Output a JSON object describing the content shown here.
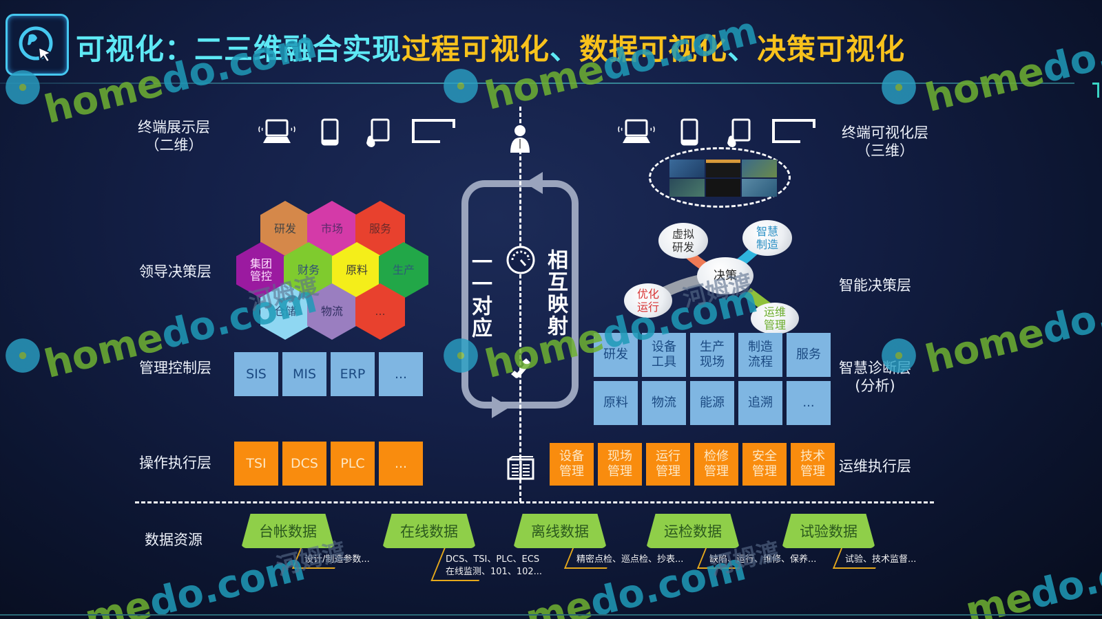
{
  "header": {
    "title_part1": "可视化：二三维融合实现",
    "title_part2": "过程可视化",
    "title_sep1": "、",
    "title_part3": "数据可视化",
    "title_sep2": "、",
    "title_part4": "决策可视化",
    "logo_icon": "globe-cursor-icon"
  },
  "colors": {
    "title_cyan": "#5ee9f5",
    "title_yellow": "#f8c21c",
    "tile_blue": "#7fb6e2",
    "tile_orange": "#f98c0e",
    "data_green": "#8fcf49",
    "bracket_gold": "#e6a91c"
  },
  "left": {
    "terminal_layer": {
      "line1": "终端展示层",
      "line2": "（二维）"
    },
    "terminal_devices": [
      "laptop-icon",
      "phone-icon",
      "tablet-touch-icon",
      "monitor-icon"
    ],
    "leader_layer": "领导决策层",
    "hexagons": [
      {
        "label": "研发",
        "color": "#d5884a",
        "text": "#444"
      },
      {
        "label": "市场",
        "color": "#d43aa8",
        "text": "#5a2b6a"
      },
      {
        "label": "服务",
        "color": "#e8412e",
        "text": "#6a2a2a"
      },
      {
        "label": "集团\n管控",
        "color": "#9b1aa0",
        "text": "#ffe1ff"
      },
      {
        "label": "财务",
        "color": "#7fcb2e",
        "text": "#2f4d78"
      },
      {
        "label": "原料",
        "color": "#f4ee1a",
        "text": "#3a3a3a"
      },
      {
        "label": "生产",
        "color": "#22a748",
        "text": "#2d5a78"
      },
      {
        "label": "仓储",
        "color": "#8fd7f2",
        "text": "#2d4f78"
      },
      {
        "label": "物流",
        "color": "#9a7ec0",
        "text": "#2f2d60"
      },
      {
        "label": "...",
        "color": "#e8412e",
        "text": "#6a2a2a"
      }
    ],
    "management_layer": "管理控制层",
    "management_tiles": [
      "SIS",
      "MIS",
      "ERP",
      "..."
    ],
    "operation_layer": "操作执行层",
    "operation_tiles": [
      "TSI",
      "DCS",
      "PLC",
      "..."
    ]
  },
  "center": {
    "left_text": "一一对应",
    "right_text": "相互映射",
    "icons": [
      "user-icon",
      "gauge-icon",
      "phone-handset-icon",
      "document-icon"
    ]
  },
  "right": {
    "terminal_layer": {
      "line1": "终端可视化层",
      "line2": "（三维）"
    },
    "terminal_devices": [
      "laptop-icon",
      "phone-icon",
      "tablet-touch-icon",
      "monitor-icon"
    ],
    "dashboard_preview": "dashboard-collage-image",
    "decision_layer": "智能决策层",
    "mindmap": {
      "center": "决策",
      "nodes": [
        {
          "label": "虚拟\n研发",
          "color": "#333333",
          "link": "#ee7a55"
        },
        {
          "label": "智慧\n制造",
          "color": "#2a8fc4",
          "link": "#2fb5de"
        },
        {
          "label": "优化\n运行",
          "color": "#d83636",
          "link": "#9aa0aa"
        },
        {
          "label": "运维\n管理",
          "color": "#6aac2a",
          "link": "#8fc13a"
        }
      ]
    },
    "diagnosis_layer": {
      "line1": "智慧诊断层",
      "line2": "(分析)"
    },
    "diagnosis_tiles": [
      [
        "研发",
        "设备\n工具",
        "生产\n现场",
        "制造\n流程",
        "服务"
      ],
      [
        "原料",
        "物流",
        "能源",
        "追溯",
        "..."
      ]
    ],
    "ops_layer": "运维执行层",
    "ops_tiles": [
      "设备\n管理",
      "现场\n管理",
      "运行\n管理",
      "检修\n管理",
      "安全\n管理",
      "技术\n管理"
    ]
  },
  "data_resources": {
    "label": "数据资源",
    "items": [
      {
        "name": "台帐数据",
        "note": "设计/制造参数..."
      },
      {
        "name": "在线数据",
        "note": "DCS、TSI、PLC、ECS\n在线监测、101、102..."
      },
      {
        "name": "离线数据",
        "note": "精密点检、巡点检、抄表..."
      },
      {
        "name": "运检数据",
        "note": "缺陷、运行、维修、保养..."
      },
      {
        "name": "试验数据",
        "note": "试验、技术监督..."
      }
    ]
  },
  "watermarks": {
    "brand": "homedo.com",
    "cn": "河姆渡"
  }
}
